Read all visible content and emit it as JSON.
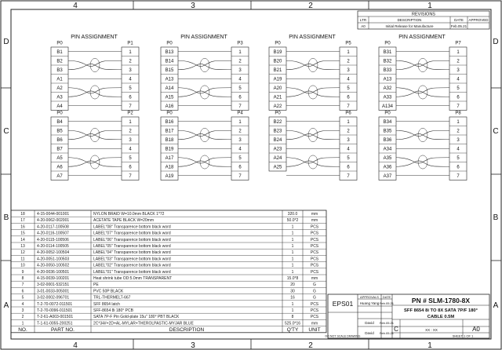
{
  "border": {
    "columns": [
      "4",
      "3",
      "2",
      "1"
    ],
    "rows": [
      "D",
      "C",
      "B",
      "A"
    ]
  },
  "revisions": {
    "title": "REVISIONS",
    "headers": [
      "LTR",
      "DESCRIPTION",
      "DATE",
      "APPROVED"
    ],
    "rows": [
      [
        "A0",
        "Initial Release for Manufacture",
        "Feb.05.21",
        ""
      ]
    ]
  },
  "pin_groups": [
    {
      "heading": "PIN ASSIGNMENT",
      "left": "P0",
      "right": "P1",
      "pins": [
        "B1",
        "B2",
        "B3",
        "A1",
        "A2",
        "A3",
        "A4"
      ],
      "nums": [
        "1",
        "2",
        "3",
        "4",
        "5",
        "6",
        "7"
      ]
    },
    {
      "heading": "PIN ASSIGNMENT",
      "left": "P0",
      "right": "P3",
      "pins": [
        "B13",
        "B14",
        "B15",
        "A13",
        "A14",
        "A15",
        "A16"
      ],
      "nums": [
        "1",
        "2",
        "3",
        "4",
        "5",
        "6",
        "7"
      ]
    },
    {
      "heading": "PIN ASSIGNMENT",
      "left": "P0",
      "right": "P5",
      "pins": [
        "B19",
        "B20",
        "B21",
        "A19",
        "A20",
        "A21",
        "A22"
      ],
      "nums": [
        "1",
        "2",
        "3",
        "4",
        "5",
        "6",
        "7"
      ]
    },
    {
      "heading": "PIN ASSIGNMENT",
      "left": "P0",
      "right": "P7",
      "pins": [
        "B31",
        "B32",
        "B33",
        "A13",
        "A32",
        "A33",
        "A134"
      ],
      "nums": [
        "1",
        "2",
        "3",
        "4",
        "5",
        "6",
        "7"
      ]
    },
    {
      "heading": "",
      "left": "P0",
      "right": "P2",
      "pins": [
        "B4",
        "B5",
        "B6",
        "B7",
        "A5",
        "A6",
        "A7"
      ],
      "nums": [
        "1",
        "2",
        "3",
        "4",
        "5",
        "6",
        "7"
      ]
    },
    {
      "heading": "",
      "left": "P0",
      "right": "P4",
      "pins": [
        "B16",
        "B17",
        "B18",
        "B19",
        "A17",
        "A18",
        "A19"
      ],
      "nums": [
        "1",
        "2",
        "3",
        "4",
        "5",
        "6",
        "7"
      ]
    },
    {
      "heading": "",
      "left": "P0",
      "right": "P6",
      "pins": [
        "B22",
        "B23",
        "B24",
        "A23",
        "A24",
        "A25"
      ],
      "nums": [
        "1",
        "2",
        "3",
        "4",
        "5",
        "6",
        "7"
      ]
    },
    {
      "heading": "",
      "left": "P0",
      "right": "P8",
      "pins": [
        "B34",
        "B35",
        "B36",
        "A34",
        "A35",
        "A36",
        "A37"
      ],
      "nums": [
        "1",
        "2",
        "3",
        "4",
        "5",
        "6",
        "7"
      ]
    }
  ],
  "bom": {
    "headers": [
      "NO.",
      "PART NO.",
      "DESCRIPTION",
      "Q'TY",
      "UNIT"
    ],
    "rows": [
      [
        "18",
        "4-15-0044-001001",
        "NYLON BRAID W=10.0mm BLACK 1*72",
        "320.0",
        "mm"
      ],
      [
        "17",
        "4-20-0062-002001",
        "ACETATE TAPE BLACK W=20mm",
        "50.0*2",
        "mm"
      ],
      [
        "16",
        "4-20-0117-100508",
        "LABEL\"08\" Transparence bottom black word",
        "1",
        "PCS"
      ],
      [
        "15",
        "4-20-0116-100507",
        "LABEL\"07\" Transparence bottom black word",
        "1",
        "PCS"
      ],
      [
        "14",
        "4-20-0115-100506",
        "LABEL\"06\" Transparence bottom black word",
        "1",
        "PCS"
      ],
      [
        "13",
        "4-20-0114-100505",
        "LABEL\"05\" Transparence bottom black word",
        "1",
        "PCS"
      ],
      [
        "12",
        "4-20-0052-100504",
        "LABEL\"04\" Transparence bottom black word",
        "1",
        "PCS"
      ],
      [
        "11",
        "4-20-0051-100503",
        "LABEL\"03\" Transparence bottom black word",
        "1",
        "PCS"
      ],
      [
        "10",
        "4-20-0050-100502",
        "LABEL\"02\" Transparence bottom black word",
        "1",
        "PCS"
      ],
      [
        "9",
        "4-20-0036-100501",
        "LABEL\"01\" Transparence bottom black word",
        "1",
        "PCS"
      ],
      [
        "8",
        "4-15-0039-100201",
        "Heat shrink tube OD:5.0mm TRANSPARENT",
        "15.0*8",
        "mm"
      ],
      [
        "7",
        "3-02-0001-532151",
        "PE",
        "20",
        "G"
      ],
      [
        "6",
        "3-01-0033-005001",
        "PVC 50P BLACK",
        "30",
        "G"
      ],
      [
        "5",
        "3-02-0002-096701",
        "TRL-THERMELT-667",
        "16",
        "G"
      ],
      [
        "4",
        "T-2-70-0072-011501",
        "SFF 8654 latch",
        "1",
        "PCS"
      ],
      [
        "3",
        "T-2-70-0096-011501",
        "SFF-8654 8i 180° PCB",
        "1",
        "PCS"
      ],
      [
        "2",
        "T-2-61-A003-001501",
        "SATA 7P-F Pin Gold-plate 15u\" 180° PBT BLACK",
        "8",
        "PCS"
      ],
      [
        "1",
        "T-1-61-0055-200251",
        "2C*34#+2D+AL-MYLAR+THEROLPASTIC-MYJAR BLUE",
        "525.0*16",
        "mm"
      ]
    ]
  },
  "title_block": {
    "company": "EPS01",
    "approvals_label": "APPROVALS",
    "date_label": "DATE",
    "names": [
      "Huang Yang",
      "David",
      "David"
    ],
    "dates": [
      "Feb.05.21",
      "Feb.05.21",
      "Feb.05.21"
    ],
    "part_number": "PN # SLM-1780-8X",
    "title_line1": "SFF 8654  8i TO 8X SATA 7P/F 180°",
    "title_line2": "CABLE 0.5M",
    "size": "C",
    "scale": "XX : XX",
    "rev": "A0",
    "sheet": "SHEET  1  OF  1",
    "note": "DO NOT SCALE DRAWING"
  }
}
